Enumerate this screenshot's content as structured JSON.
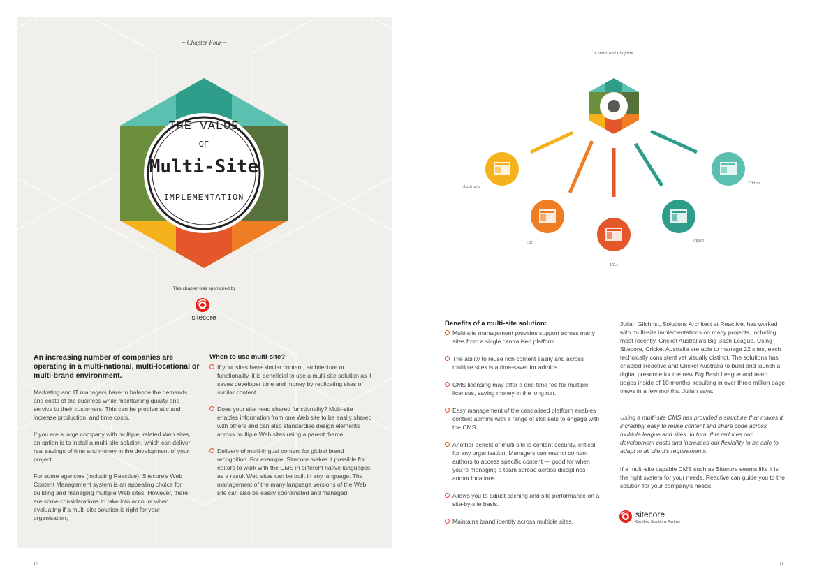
{
  "left_page": {
    "chapter": "~ Chapter Four ~",
    "badge": {
      "line1": "THE VALUE",
      "line2": "OF",
      "line3": "Multi-Site",
      "line4": "IMPLEMENTATION"
    },
    "sponsor_text": "This chapter was sponsored by",
    "sponsor_logo": "sitecore",
    "lede": "An increasing number of companies are operating in a multi-national, multi-locational or multi-brand environment.",
    "paragraphs": [
      "Marketing and IT managers have to balance the demands and costs of the business while maintaining quality and service to their customers. This can be problematic and increase production, and time costs.",
      "If you are a large company with multiple, related Web sites, an option is to install a multi-site solution, which can deliver real savings of time and money in the development of your project.",
      "For some agencies (including Reactive), Sitecore's Web Content Management system is an appealing choice for building and managing multiple Web sites. However, there are some considerations to take into account when evaluating if a multi-site solution is right for your organisation;"
    ],
    "when_heading": "When to use multi-site?",
    "when_bullets": [
      "If your sites have similar content, architecture or functionality, it is beneficial to use a multi-site solution as it saves developer time and money by replicating sites of similar content.",
      "Does your site need shared functionality? Multi-site enables information from one Web site to be easily shared with others and can also standardise design elements across multiple Web sites using a parent theme.",
      "Delivery of multi-lingual content for global brand recognition. For example, Sitecore makes it possible for editors to work with the CMS in different native languages; as a result Web sites can be built in any language. The management of the many language versions of the Web site can also be easily coordinated and managed."
    ],
    "page_number": "10"
  },
  "right_page": {
    "diagram": {
      "center_label": "Centralised Platform",
      "nodes": [
        "Australia",
        "UK",
        "USA",
        "Japan",
        "China"
      ]
    },
    "benefits_heading": "Benefits of a multi-site solution:",
    "benefits": [
      "Multi-site management provides support across many sites from a single centralised platform.",
      "The ability to reuse rich content easily and across multiple sites is a time-saver for admins.",
      "CMS licensing may offer a one-time fee for multiple licenses, saving money in the long run.",
      "Easy management of the centralised platform enables content admins with a range of skill sets to engage with the CMS.",
      "Another benefit of multi-site is content security, critical for any organisation. Managers can restrict content authors to access specific content — good for when you're managing a team spread across disciplines and/or locations.",
      "Allows you to adjust caching and site performance on a site-by-site basis.",
      "Maintains brand identity across multiple sites."
    ],
    "julian_para": "Julian Gilchrist, Solutions Architect at Reactive, has worked with multi-site implementations on many projects, including most recently, Cricket Australia's Big Bash League. Using Sitecore, Cricket Australia are able to manage 22 sites, each technically consistent yet visually distinct. The solutions has enabled Reactive and Cricket Australia to build and launch a digital presence for the new Big Bash League and team pages inside of 10 months, resulting in over three million page views in a few months. Julian says:",
    "quote": "Using a multi-site CMS has provided a structure that makes it incredibly easy to reuse content and share code across multiple league and sites. In turn, this reduces our development costs and increases our flexibility to be able to adapt to all client's requirements.",
    "closing": "If a multi-site capable CMS such as Sitecore seems like it is the right system for your needs, Reactive can guide you to the solution for your company's needs.",
    "partner_logo": "sitecore",
    "partner_caption": "Certified Solutions Partner",
    "page_number": "11"
  },
  "colors": {
    "teal": "#5bc0b0",
    "dark_teal": "#2e9e8a",
    "green": "#6b8f3c",
    "dark_green": "#56723a",
    "yellow": "#f6b21c",
    "orange": "#ee7d23",
    "red_orange": "#e4572b",
    "bullet": "#e84c1e",
    "panel": "#f0efec"
  }
}
